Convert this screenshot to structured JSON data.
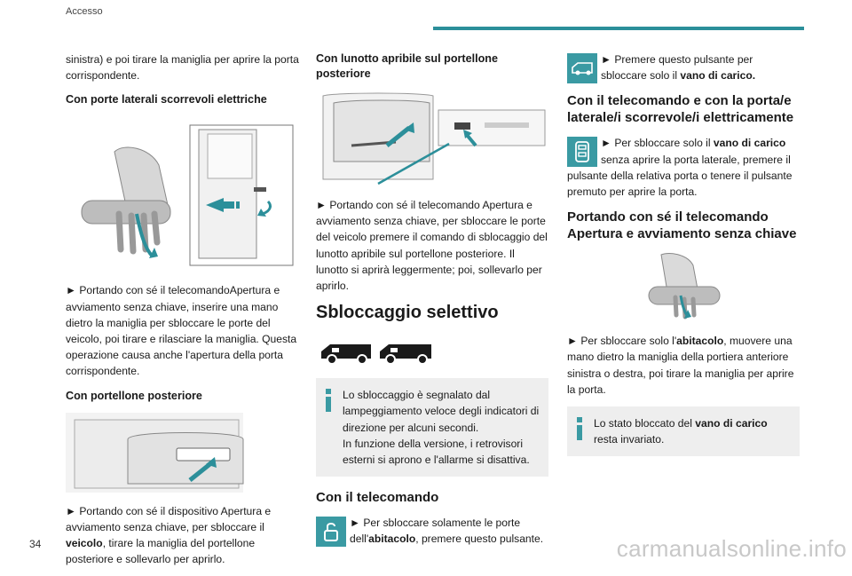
{
  "header": {
    "title": "Accesso"
  },
  "page_number": "34",
  "watermark": "carmanualsonline.info",
  "col1": {
    "intro": "sinistra) e poi tirare la maniglia per aprire la porta corrispondente.",
    "h_electric": "Con porte laterali scorrevoli elettriche",
    "p_electric": "► Portando con sé il telecomandoApertura e avviamento senza chiave, inserire una mano dietro la maniglia per sbloccare le porte del veicolo, poi tirare e rilasciare la maniglia. Questa operazione causa anche l'apertura della porta corrispondente.",
    "h_tailgate": "Con portellone posteriore",
    "p_tailgate_a": "► Portando con sé il dispositivo Apertura e avviamento senza chiave, per sbloccare il ",
    "p_tailgate_b": "veicolo",
    "p_tailgate_c": ", tirare la maniglia del portellone posteriore e sollevarlo per aprirlo."
  },
  "col2": {
    "h_window": "Con lunotto apribile sul portellone posteriore",
    "p_window": "► Portando con sé il telecomando Apertura e avviamento senza chiave, per sbloccare le porte del veicolo premere il comando di sblocaggio del lunotto apribile sul portellone posteriore. Il lunotto si aprirà leggermente; poi, sollevarlo per aprirlo.",
    "h_selective": "Sbloccaggio selettivo",
    "note_1": "Lo sbloccaggio è segnalato dal lampeggiamento veloce degli indicatori di direzione per alcuni secondi.",
    "note_2": "In funzione della versione, i retrovisori esterni si aprono e l'allarme si disattiva.",
    "h_remote": "Con il telecomando",
    "p_remote_a": "► Per sbloccare solamente le porte dell'",
    "p_remote_b": "abitacolo",
    "p_remote_c": ", premere questo pulsante."
  },
  "col3": {
    "p_cargo_a": "► Premere questo pulsante per sbloccare solo il ",
    "p_cargo_b": "vano di carico.",
    "h_remote_door": "Con il telecomando e con la porta/e laterale/i scorrevole/i elettricamente",
    "p_side_a": "► Per sbloccare solo il ",
    "p_side_b": "vano di carico",
    "p_side_c": " senza aprire la porta laterale, premere il pulsante della relativa porta o tenere il pulsante premuto per aprire la porta.",
    "h_keyless": "Portando con sé il telecomando Apertura e avviamento senza chiave",
    "p_keyless_a": "► Per sbloccare solo l'",
    "p_keyless_b": "abitacolo",
    "p_keyless_c": ", muovere una mano dietro la maniglia della portiera anteriore sinistra o destra, poi tirare la maniglia per aprire la porta.",
    "note_a": "Lo stato bloccato del ",
    "note_b": "vano di carico",
    "note_c": " resta invariato."
  },
  "icons": {
    "info": "info-icon",
    "unlock": "unlock-padlock-icon",
    "cargo": "van-rear-icon",
    "side_door": "sliding-door-icon"
  },
  "colors": {
    "accent": "#2c8f9a",
    "icon_bg": "#3a9aa3",
    "note_bg": "#eeeeee"
  }
}
